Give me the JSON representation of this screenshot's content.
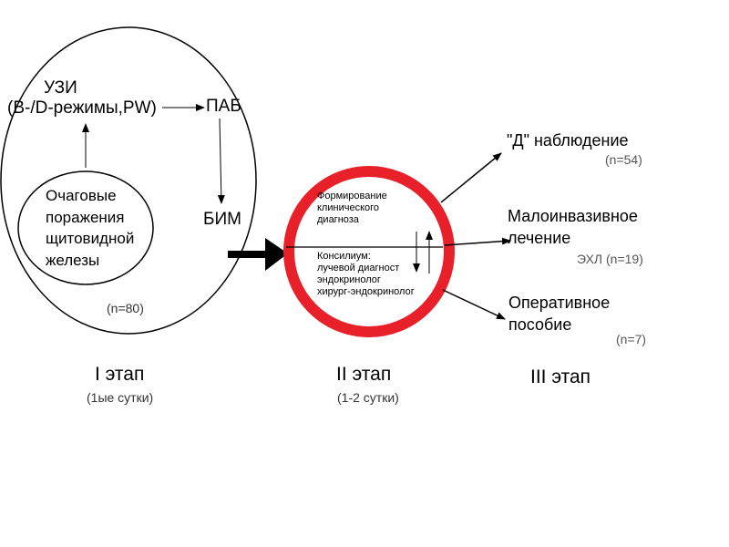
{
  "stage1": {
    "uzi_title": "УЗИ",
    "uzi_modes": "(B-/D-режимы,PW)",
    "pab": "ПАБ",
    "bim": "БИМ",
    "focal_lines": [
      "Очаговые",
      "поражения",
      "щитовидной",
      "железы"
    ],
    "count": "(n=80)",
    "label": "I этап",
    "duration": "(1ые сутки)"
  },
  "stage2": {
    "upper_lines": [
      "Формирование",
      "клинического",
      "диагноза"
    ],
    "lower_lines": [
      "Консилиум:",
      "лучевой диагност",
      "эндокринолог",
      "хирург-эндокринолог"
    ],
    "label": "II этап",
    "duration": "(1-2 сутки)",
    "circle_color": "#e8202a"
  },
  "stage3": {
    "label": "III этап",
    "outcomes": [
      {
        "lines": [
          "\"Д\" наблюдение"
        ],
        "count": "(n=54)"
      },
      {
        "lines": [
          "Малоинвазивное",
          "лечение"
        ],
        "count": "ЭХЛ (n=19)"
      },
      {
        "lines": [
          "Оперативное",
          "пособие"
        ],
        "count": "(n=7)"
      }
    ]
  }
}
